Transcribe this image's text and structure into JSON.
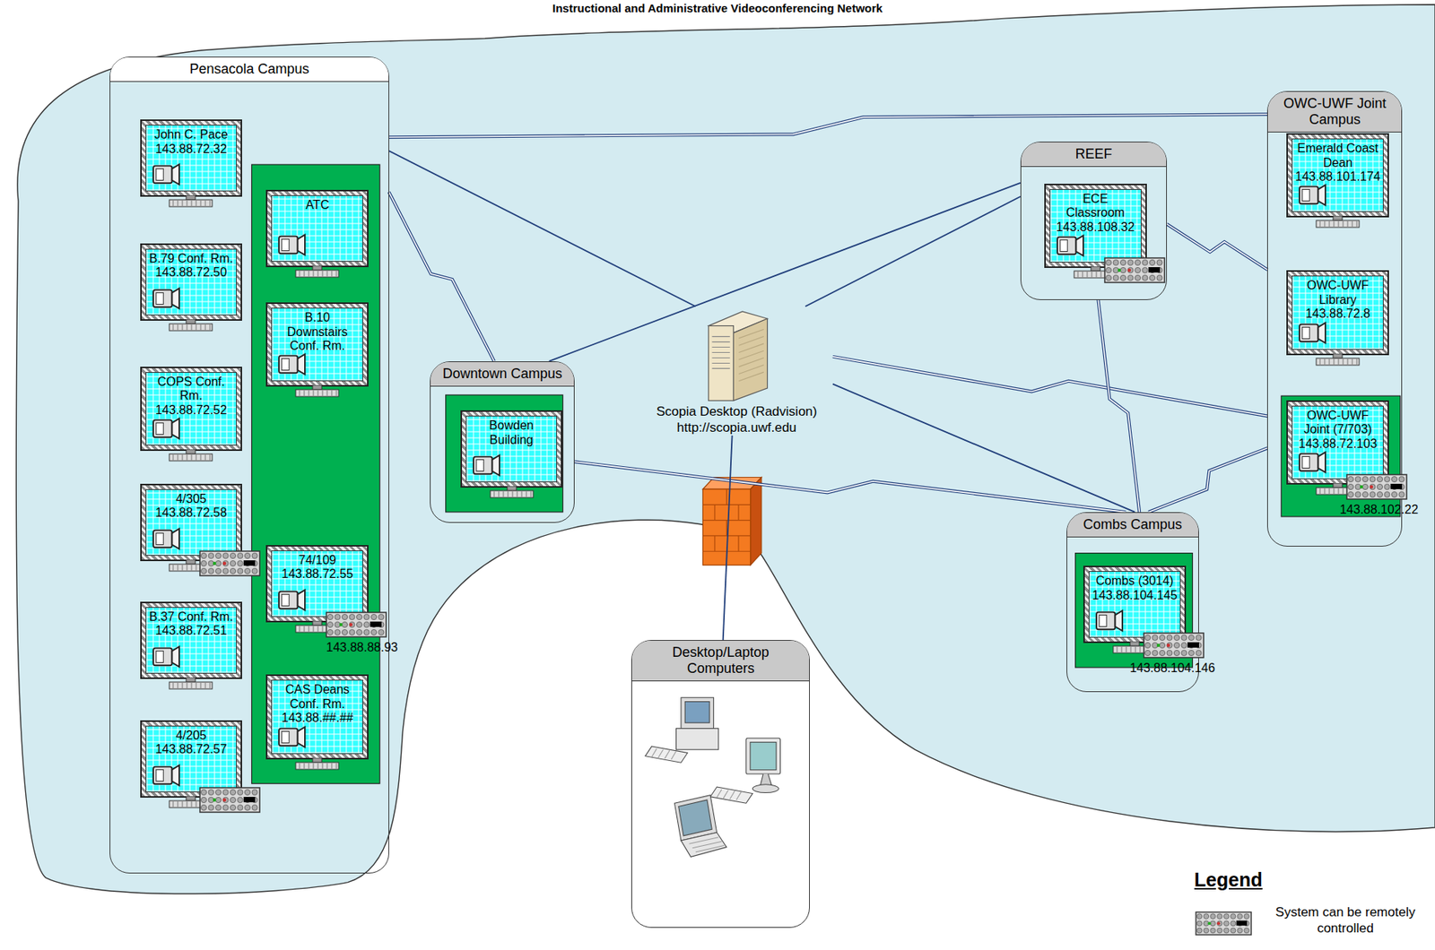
{
  "diagram": {
    "title": "Instructional and Administrative Videoconferencing Network",
    "nodes": [
      {
        "text": [
          "Pensacola Campus"
        ]
      },
      {
        "text": [
          "John C. Pace",
          "143.88.72.32"
        ],
        "in": 0
      },
      {
        "text": [
          "B.79 Conf. Rm.",
          "143.88.72.50"
        ],
        "in": 0
      },
      {
        "text": [
          "COPS Conf. Rm.",
          "143.88.72.52"
        ],
        "in": 0
      },
      {
        "text": [
          "4/305",
          "143.88.72.58"
        ],
        "in": 0
      },
      {
        "text": [
          "B.37 Conf. Rm.",
          "143.88.72.51"
        ],
        "in": 0
      },
      {
        "text": [
          "4/205",
          "143.88.72.57"
        ],
        "in": 0
      },
      {
        "text": [
          "ATC"
        ],
        "in": 0
      },
      {
        "text": [
          "B.10 Downstairs Conf. Rm."
        ],
        "in": 0
      },
      {
        "text": [
          "74/109",
          "143.88.72.55",
          "143.88.88.93"
        ],
        "in": 0
      },
      {
        "text": [
          "CAS Deans Conf. Rm.",
          "143.88.##.##"
        ],
        "in": 0
      },
      {
        "text": [
          "Downtown Campus"
        ]
      },
      {
        "text": [
          "Bowden Building"
        ],
        "in": 11
      },
      {
        "text": [
          "Scopia Desktop (Radvision)",
          "http://scopia.uwf.edu"
        ]
      },
      {
        "text": [
          "Desktop/Laptop Computers"
        ]
      },
      {
        "text": [
          "REEF"
        ]
      },
      {
        "text": [
          "ECE Classroom",
          "143.88.108.32"
        ],
        "in": 15
      },
      {
        "text": [
          "OWC-UWF Joint Campus"
        ]
      },
      {
        "text": [
          "Emerald Coast Dean",
          "143.88.101.174"
        ],
        "in": 17
      },
      {
        "text": [
          "OWC-UWF Library",
          "143.88.72.8"
        ],
        "in": 17
      },
      {
        "text": [
          "OWC-UWF Joint (7/703)",
          "143.88.72.103",
          "143.88.102.22"
        ],
        "in": 17
      },
      {
        "text": [
          "Combs Campus"
        ]
      },
      {
        "text": [
          "Combs (3014)",
          "143.88.104.145",
          "143.88.104.146"
        ],
        "in": 21
      }
    ],
    "edges": [
      {
        "from": 0,
        "to": 17,
        "arrow": "none"
      },
      {
        "from": 0,
        "to": 11,
        "arrow": "none"
      },
      {
        "from": 0,
        "to": 13,
        "arrow": "none"
      },
      {
        "from": 11,
        "to": 15,
        "arrow": "none"
      },
      {
        "from": 13,
        "to": 15,
        "arrow": "none"
      },
      {
        "from": 11,
        "to": 21,
        "arrow": "none"
      },
      {
        "from": 13,
        "to": 21,
        "arrow": "none"
      },
      {
        "from": 13,
        "to": 17,
        "arrow": "none"
      },
      {
        "from": 15,
        "to": 17,
        "arrow": "none"
      },
      {
        "from": 15,
        "to": 21,
        "arrow": "none"
      },
      {
        "from": 17,
        "to": 21,
        "arrow": "none"
      },
      {
        "from": 13,
        "to": 14,
        "arrow": "none"
      }
    ],
    "labels": [
      "Legend"
    ],
    "legend": [
      {
        "text": "System can be remotely controlled"
      }
    ]
  }
}
